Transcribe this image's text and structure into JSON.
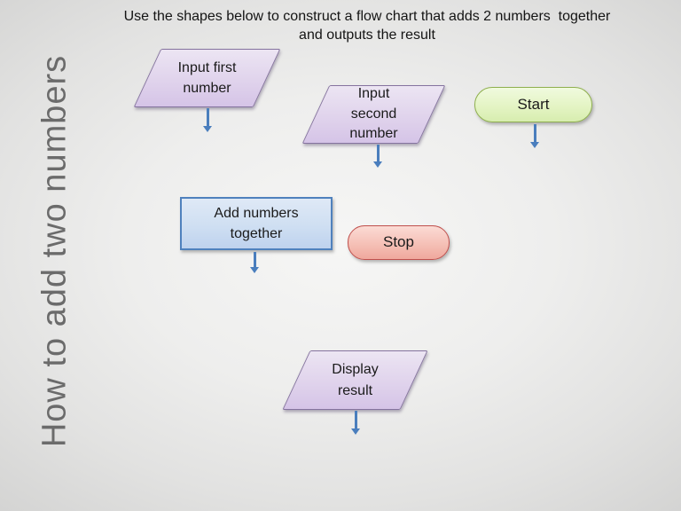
{
  "header": {
    "instruction": "Use the shapes below to construct a flow chart that adds 2 numbers  together\nand outputs the result"
  },
  "side_title": "How to add two numbers",
  "shapes": [
    {
      "id": "input-first-number",
      "type": "parallelogram-io",
      "label": "Input first\nnumber",
      "has_down_arrow": true
    },
    {
      "id": "input-second-number",
      "type": "parallelogram-io",
      "label": "Input\nsecond\nnumber",
      "has_down_arrow": true
    },
    {
      "id": "start",
      "type": "terminator",
      "label": "Start",
      "has_down_arrow": true
    },
    {
      "id": "add-numbers-together",
      "type": "process",
      "label": "Add numbers\ntogether",
      "has_down_arrow": true
    },
    {
      "id": "stop",
      "type": "terminator",
      "label": "Stop",
      "has_down_arrow": false
    },
    {
      "id": "display-result",
      "type": "parallelogram-io",
      "label": "Display\nresult",
      "has_down_arrow": true
    }
  ],
  "palette": {
    "connector_arrow": "#4a7ebd",
    "io_fill_top": "#ece5f3",
    "io_fill_bottom": "#d5c4e7",
    "io_border": "#85739f",
    "process_fill_top": "#dfe9f6",
    "process_fill_bottom": "#bed2ee",
    "process_border": "#4f81bd",
    "start_fill_top": "#f0fade",
    "start_fill_bottom": "#d7edaf",
    "start_border": "#8fb04e",
    "stop_fill_top": "#fbdbd5",
    "stop_fill_bottom": "#efa89d",
    "stop_border": "#c0504d",
    "side_title_text": "#6b6b6b",
    "instruction_text": "#141414"
  }
}
